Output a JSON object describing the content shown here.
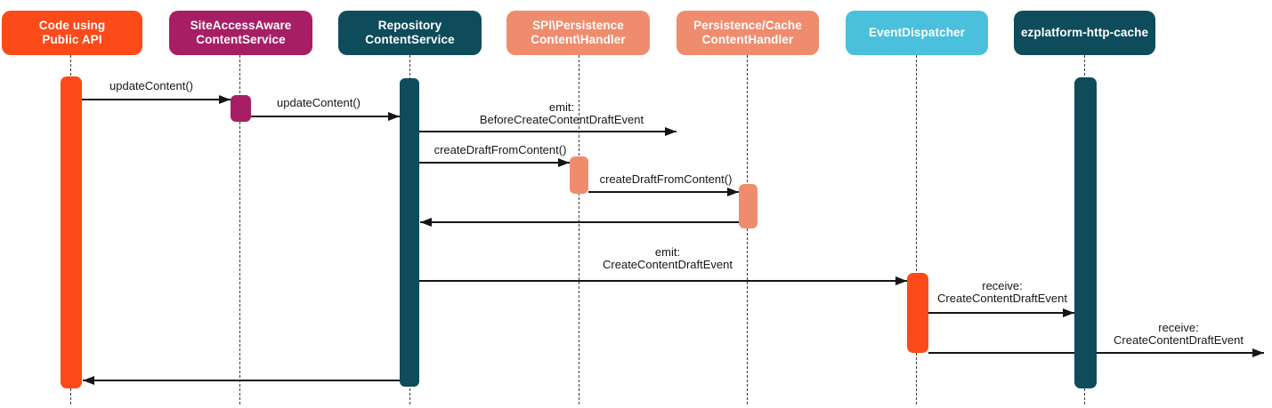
{
  "diagram": {
    "type": "sequence-diagram",
    "colors": {
      "orange": "#FC4A19",
      "magenta": "#A71E64",
      "dark_teal": "#0E4C5C",
      "salmon": "#EF8C6E",
      "cyan": "#4BC0DC",
      "arrow": "#151515",
      "lifeline": "#3C3C3C",
      "message_text": "#161616",
      "participant_text": "#FFFFFF",
      "background": "#FFFFFF"
    },
    "participants": [
      {
        "id": "code-using-public-api",
        "label": "Code using\nPublic API",
        "color": "#FC4A19"
      },
      {
        "id": "siteaccessaware-contentservice",
        "label": "SiteAccessAware\nContentService",
        "color": "#A71E64"
      },
      {
        "id": "repository-contentservice",
        "label": "Repository\nContentService",
        "color": "#0E4C5C"
      },
      {
        "id": "spi-persistence-content-handler",
        "label": "SPI\\Persistence\nContent\\Handler",
        "color": "#EF8C6E"
      },
      {
        "id": "persistence-cache-contenthandler",
        "label": "Persistence/Cache\nContentHandler",
        "color": "#EF8C6E"
      },
      {
        "id": "event-dispatcher",
        "label": "EventDispatcher",
        "color": "#4BC0DC"
      },
      {
        "id": "ezplatform-http-cache",
        "label": "ezplatform-http-cache",
        "color": "#0E4C5C"
      }
    ],
    "activations": [
      {
        "participant": "code-using-public-api",
        "color": "#FC4A19"
      },
      {
        "participant": "siteaccessaware-contentservice",
        "color": "#A71E64"
      },
      {
        "participant": "repository-contentservice",
        "color": "#0E4C5C"
      },
      {
        "participant": "spi-persistence-content-handler",
        "color": "#EF8C6E"
      },
      {
        "participant": "persistence-cache-contenthandler",
        "color": "#EF8C6E"
      },
      {
        "participant": "event-dispatcher",
        "color": "#FC4A19"
      },
      {
        "participant": "ezplatform-http-cache",
        "color": "#0E4C5C"
      }
    ],
    "messages": [
      {
        "label": "updateContent()",
        "from": "code-using-public-api",
        "to": "siteaccessaware-contentservice",
        "kind": "call"
      },
      {
        "label": "updateContent()",
        "from": "siteaccessaware-contentservice",
        "to": "repository-contentservice",
        "kind": "call"
      },
      {
        "label": "emit:\nBeforeCreateContentDraftEvent",
        "from": "repository-contentservice",
        "to": "",
        "kind": "emit",
        "arrow_ends_between": [
          "spi-persistence-content-handler",
          "persistence-cache-contenthandler"
        ]
      },
      {
        "label": "createDraftFromContent()",
        "from": "repository-contentservice",
        "to": "spi-persistence-content-handler",
        "kind": "call"
      },
      {
        "label": "createDraftFromContent()",
        "from": "spi-persistence-content-handler",
        "to": "persistence-cache-contenthandler",
        "kind": "call"
      },
      {
        "label": "",
        "from": "persistence-cache-contenthandler",
        "to": "repository-contentservice",
        "kind": "return"
      },
      {
        "label": "emit:\nCreateContentDraftEvent",
        "from": "repository-contentservice",
        "to": "event-dispatcher",
        "kind": "emit"
      },
      {
        "label": "receive:\nCreateContentDraftEvent",
        "from": "event-dispatcher",
        "to": "ezplatform-http-cache",
        "kind": "receive"
      },
      {
        "label": "receive:\nCreateContentDraftEvent",
        "from": "event-dispatcher",
        "to": "",
        "kind": "receive",
        "arrow_exits_right_edge": true
      },
      {
        "label": "",
        "from": "repository-contentservice",
        "to": "code-using-public-api",
        "kind": "return"
      }
    ]
  }
}
